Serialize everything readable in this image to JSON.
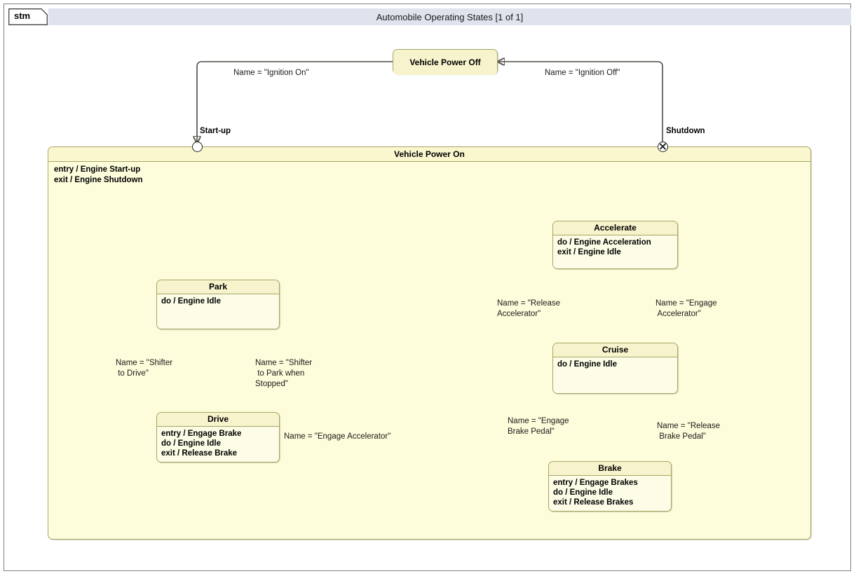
{
  "frame": {
    "tab_label": "stm",
    "title": "Automobile Operating States [1 of 1]"
  },
  "states": {
    "vehicle_power_off": {
      "name": "Vehicle Power Off",
      "body": ""
    },
    "vehicle_power_on": {
      "name": "Vehicle Power On",
      "actions": "entry / Engine Start-up\nexit / Engine Shutdown"
    },
    "park": {
      "name": "Park",
      "body": "do / Engine Idle"
    },
    "drive": {
      "name": "Drive",
      "body": "entry / Engage Brake\ndo / Engine Idle\nexit / Release Brake"
    },
    "accelerate": {
      "name": "Accelerate",
      "body": "do / Engine Acceleration\nexit / Engine Idle"
    },
    "cruise": {
      "name": "Cruise",
      "body": "do / Engine Idle"
    },
    "brake": {
      "name": "Brake",
      "body": "entry / Engage Brakes\ndo / Engine Idle\nexit / Release Brakes"
    }
  },
  "pseudostates": {
    "start_up": {
      "label": "Start-up",
      "kind": "entry-point"
    },
    "shutdown": {
      "label": "Shutdown",
      "kind": "exit-point"
    }
  },
  "transitions": {
    "ignition_on": "Name = \"Ignition On\"",
    "ignition_off": "Name = \"Ignition Off\"",
    "shifter_to_drive": "Name = \"Shifter\n to Drive\"",
    "shifter_to_park": "Name = \"Shifter\n to Park when\nStopped\"",
    "engage_accelerator_drive": "Name = \"Engage Accelerator\"",
    "release_accelerator": "Name = \"Release\nAccelerator\"",
    "engage_accelerator": "Name = \"Engage\n Accelerator\"",
    "engage_brake_pedal": "Name = \"Engage\nBrake Pedal\"",
    "release_brake_pedal": "Name = \"Release\n Brake Pedal\""
  },
  "colors": {
    "frame_border": "#808080",
    "titlebar_bg": "#dfe3ee",
    "state_fill": "#fbf8d8",
    "state_border": "#a6a666",
    "composite_fill": "#fdfddb",
    "edge": "#4d4d43"
  }
}
